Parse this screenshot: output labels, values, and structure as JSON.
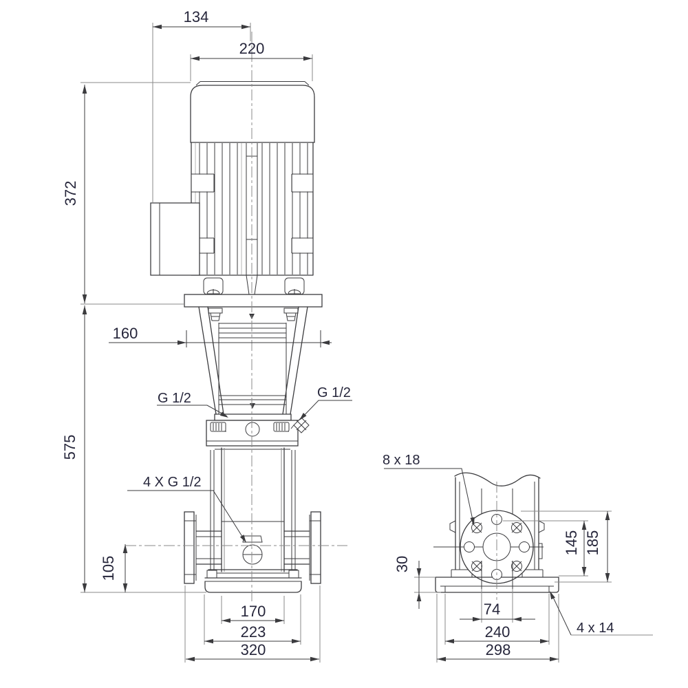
{
  "drawing": {
    "title": "pump-dimensional-drawing",
    "front": {
      "dim_134": "134",
      "dim_220": "220",
      "dim_372": "372",
      "dim_575": "575",
      "dim_160": "160",
      "dim_105": "105",
      "dim_170": "170",
      "dim_223": "223",
      "dim_320": "320",
      "label_g12_left": "G 1/2",
      "label_g12_right": "G 1/2",
      "label_drain": "4 X G 1/2"
    },
    "side": {
      "dim_8x18": "8 x 18",
      "dim_30": "30",
      "dim_145": "145",
      "dim_185": "185",
      "dim_74": "74",
      "dim_240": "240",
      "dim_298": "298",
      "dim_4x14": "4 x 14"
    },
    "colors": {
      "line": "#3b3b3e",
      "aux": "#8a8a8a",
      "text": "#26263b",
      "bg": "#ffffff"
    }
  }
}
